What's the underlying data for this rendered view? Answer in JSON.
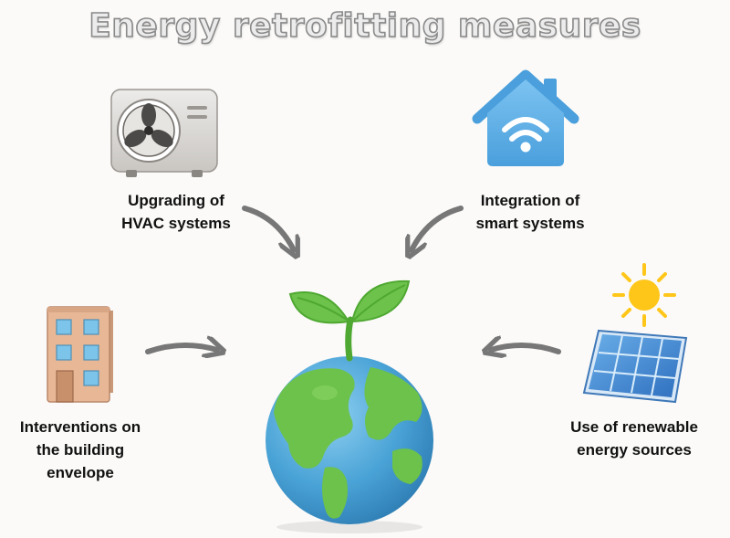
{
  "title": "Energy retrofitting measures",
  "measures": {
    "hvac": {
      "line1": "Upgrading of",
      "line2": "HVAC systems",
      "icon": "air-conditioner-icon"
    },
    "smart": {
      "line1": "Integration of",
      "line2": "smart systems",
      "icon": "smart-home-wifi-icon"
    },
    "envelope": {
      "line1": "Interventions on",
      "line2": "the building",
      "line3": "envelope",
      "icon": "building-icon"
    },
    "renewable": {
      "line1": "Use of renewable",
      "line2": "energy sources",
      "icon": "solar-panel-sun-icon"
    }
  },
  "center": {
    "icon": "earth-with-sprout-icon"
  },
  "colors": {
    "earth_ocean": "#4aa3d6",
    "earth_land": "#6cc24a",
    "sprout": "#5dbb3f",
    "house": "#5aaee8",
    "solar_panel": "#3f86d1",
    "sun": "#ffc61a",
    "building": "#e8b896",
    "window": "#7cc4ea",
    "ac_unit": "#d9d6d2",
    "arrow": "#777777"
  }
}
